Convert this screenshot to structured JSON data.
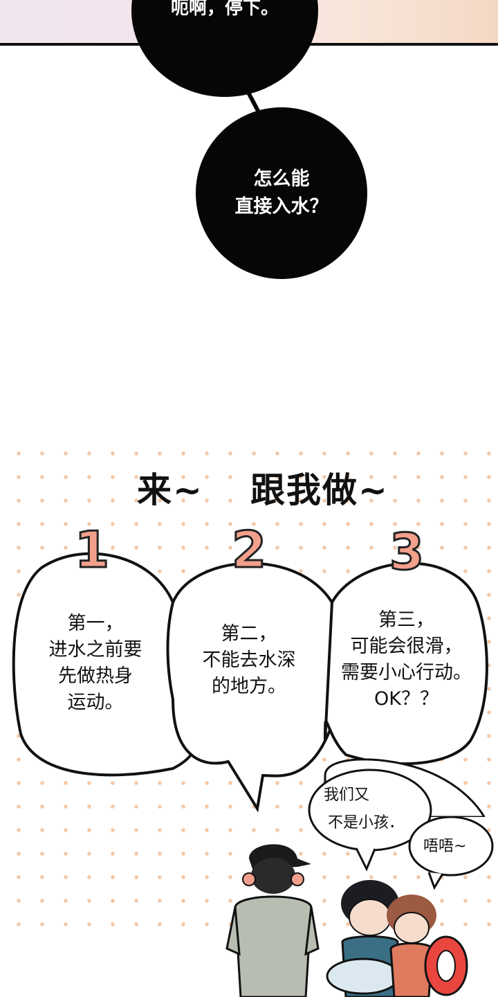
{
  "speech_top": "呃啊，停下。",
  "speech_mid": [
    "怎么能",
    "直接入水？"
  ],
  "headline": [
    "来~",
    "跟我做~"
  ],
  "steps": [
    {
      "number": "1",
      "lines": [
        "第一，",
        "进水之前要",
        "先做热身",
        "运动。"
      ]
    },
    {
      "number": "2",
      "lines": [
        "第二，",
        "不能去水深",
        "的地方。"
      ]
    },
    {
      "number": "3",
      "lines": [
        "第三，",
        "可能会很滑，",
        "需要小心行动。",
        "OK？？"
      ]
    }
  ],
  "reply": [
    "我们又",
    "不是小孩．"
  ],
  "reply_tail": "唔唔~",
  "colors": {
    "accent": "#f2a08c",
    "bubble": "#060606",
    "dots": "#f4c9a8"
  }
}
